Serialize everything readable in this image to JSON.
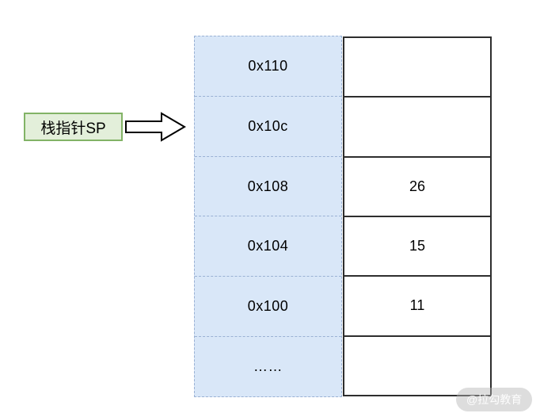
{
  "diagram": {
    "pointer_label": "栈指针SP",
    "pointer_target_address": "0x10c",
    "rows": [
      {
        "address": "0x110",
        "value": ""
      },
      {
        "address": "0x10c",
        "value": ""
      },
      {
        "address": "0x108",
        "value": "26"
      },
      {
        "address": "0x104",
        "value": "15"
      },
      {
        "address": "0x100",
        "value": "11"
      },
      {
        "address": "……",
        "value": ""
      }
    ],
    "colors": {
      "address_fill": "#d9e7f8",
      "address_border": "#9ab1d4",
      "value_border": "#2e2e2e",
      "label_fill": "#e3efda",
      "label_border": "#82b366"
    },
    "watermark": "@拉勾教育"
  }
}
